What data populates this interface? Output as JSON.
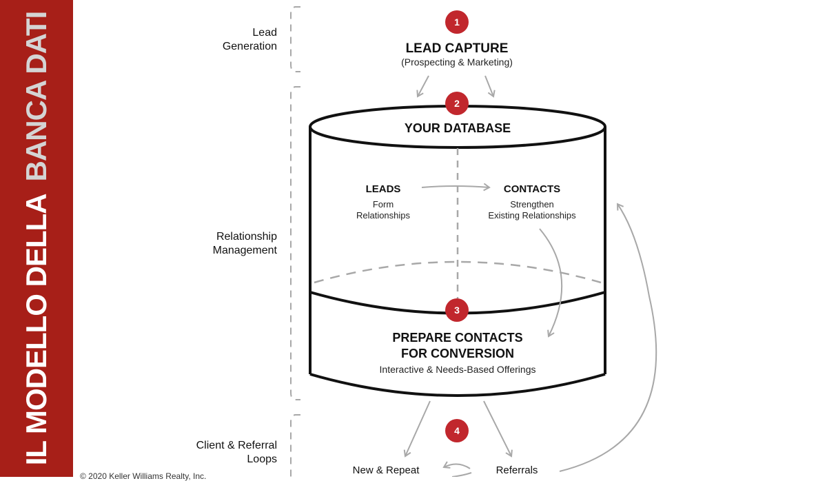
{
  "sidebar": {
    "title_part1": "IL MODELLO DELLA",
    "title_part2": "BANCA DATI",
    "background_color": "#a71f18"
  },
  "stages": [
    {
      "label_line1": "Lead",
      "label_line2": "Generation"
    },
    {
      "label_line1": "Relationship",
      "label_line2": "Management"
    },
    {
      "label_line1": "Client & Referral",
      "label_line2": "Loops"
    }
  ],
  "steps": [
    {
      "number": "1",
      "title": "LEAD CAPTURE",
      "subtitle": "(Prospecting & Marketing)"
    },
    {
      "number": "2",
      "title": "YOUR DATABASE"
    },
    {
      "number": "3",
      "title_line1": "PREPARE CONTACTS",
      "title_line2": "FOR CONVERSION",
      "subtitle": "Interactive & Needs-Based Offerings"
    },
    {
      "number": "4"
    }
  ],
  "database": {
    "leads": {
      "title": "LEADS",
      "line1": "Form",
      "line2": "Relationships"
    },
    "contacts": {
      "title": "CONTACTS",
      "line1": "Strengthen",
      "line2": "Existing Relationships"
    }
  },
  "loops": {
    "new_repeat": "New & Repeat",
    "referrals": "Referrals"
  },
  "badge_color": "#c1272d",
  "footer": "© 2020 Keller Williams Realty, Inc."
}
